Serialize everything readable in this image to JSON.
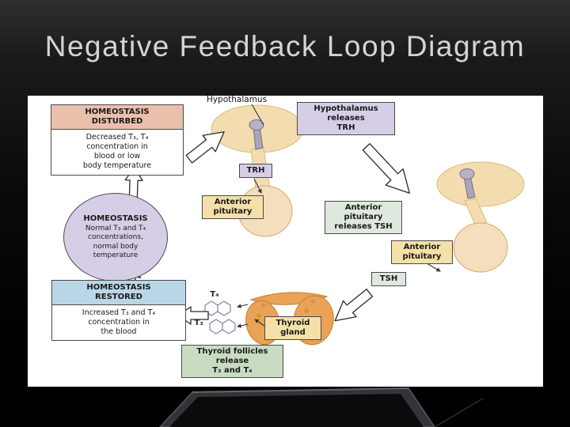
{
  "slide": {
    "title": "Negative Feedback Loop Diagram"
  },
  "colors": {
    "title_color": "#d4d4d4",
    "panel_bg": "#ffffff",
    "pink_header": "#eac0ad",
    "blue_header": "#b9d6e6",
    "lavender": "#d6cde6",
    "tan": "#f4e0a8",
    "green": "#c9dcc2",
    "gray_green": "#dee8de",
    "illustration_tan": "#f3ddb0",
    "illustration_gray": "#aca4b8",
    "thyroid_orange": "#eaa257"
  },
  "diagram": {
    "disturbed": {
      "header": "HOMEOSTASIS\nDISTURBED",
      "body": "Decreased T₃, T₄\nconcentration in\nblood or low\nbody temperature"
    },
    "hypothalamus_label": "Hypothalamus",
    "releases_trh": "Hypothalamus\nreleases\nTRH",
    "trh": "TRH",
    "anterior_pituitary_left": "Anterior\npituitary",
    "releases_tsh": "Anterior\npituitary\nreleases TSH",
    "anterior_pituitary_right": "Anterior\npituitary",
    "tsh": "TSH",
    "homeostasis": {
      "header": "HOMEOSTASIS",
      "body": "Normal T₃ and T₄\nconcentrations,\nnormal body\ntemperature"
    },
    "restored": {
      "header": "HOMEOSTASIS\nRESTORED",
      "body": "Increased T₃ and T₄\nconcentration in\nthe blood"
    },
    "t4": "T₄",
    "t3": "T₃",
    "thyroid_gland": "Thyroid\ngland",
    "follicles": "Thyroid follicles\nrelease\nT₃ and T₄"
  }
}
